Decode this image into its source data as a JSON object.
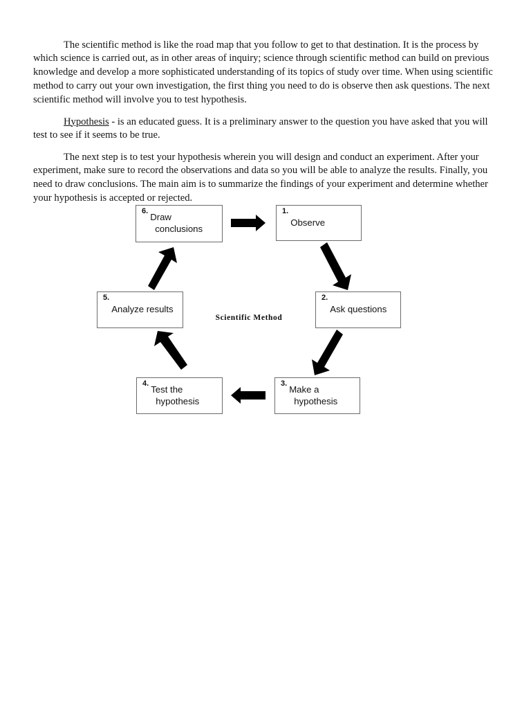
{
  "document": {
    "paragraphs": [
      {
        "id": "p1",
        "text": "The scientific method is like the road map that you follow to get to that destination. It is the process by which science is carried out, as in other areas of inquiry; science through scientific method can build on previous knowledge and develop a more sophisticated understanding of its topics of study over time. When using scientific method to carry out your own investigation, the first thing you need to do is observe then ask questions. The next scientific method will involve you to test hypothesis."
      },
      {
        "id": "p2",
        "term": "Hypothesis",
        "text": " - is an educated guess. It is a preliminary answer to the question you have asked that you will test to see if it seems to be true."
      },
      {
        "id": "p3",
        "text": "The next step is to test your hypothesis wherein you will design and conduct an experiment. After your experiment, make sure to record the observations and data so you will be able to analyze the results. Finally, you need to draw conclusions. The main aim is to summarize the findings of your experiment and determine whether your hypothesis is accepted or rejected."
      }
    ]
  },
  "diagram": {
    "center_label": "Scientific Method",
    "nodes": [
      {
        "number": "1.",
        "line1": "Observe",
        "line2": ""
      },
      {
        "number": "2.",
        "line1": "Ask questions",
        "line2": ""
      },
      {
        "number": "3.",
        "line1": "Make a",
        "line2": "hypothesis"
      },
      {
        "number": "4.",
        "line1": "Test the",
        "line2": "hypothesis"
      },
      {
        "number": "5.",
        "line1": "Analyze results",
        "line2": ""
      },
      {
        "number": "6.",
        "line1": "Draw",
        "line2": "conclusions"
      }
    ],
    "arrows": [
      {
        "name": "arrow-draw-conclusions-to-observe",
        "direction": "right",
        "from": "6. Draw conclusions",
        "to": "1. Observe"
      },
      {
        "name": "arrow-observe-to-ask-questions",
        "direction": "down-right",
        "from": "1. Observe",
        "to": "2. Ask questions"
      },
      {
        "name": "arrow-ask-questions-to-make-hypothesis",
        "direction": "down-left",
        "from": "2. Ask questions",
        "to": "3. Make a hypothesis"
      },
      {
        "name": "arrow-make-hypothesis-to-test-hypothesis",
        "direction": "left",
        "from": "3. Make a hypothesis",
        "to": "4. Test the hypothesis"
      },
      {
        "name": "arrow-test-hypothesis-to-analyze-results",
        "direction": "up-left",
        "from": "4. Test the hypothesis",
        "to": "5. Analyze results"
      },
      {
        "name": "arrow-analyze-results-to-draw-conclusions",
        "direction": "up-right",
        "from": "5. Analyze results",
        "to": "6. Draw conclusions"
      }
    ],
    "colors": {
      "arrow": "#000000",
      "node_border": "#6b6b6b",
      "text": "#111111"
    }
  }
}
